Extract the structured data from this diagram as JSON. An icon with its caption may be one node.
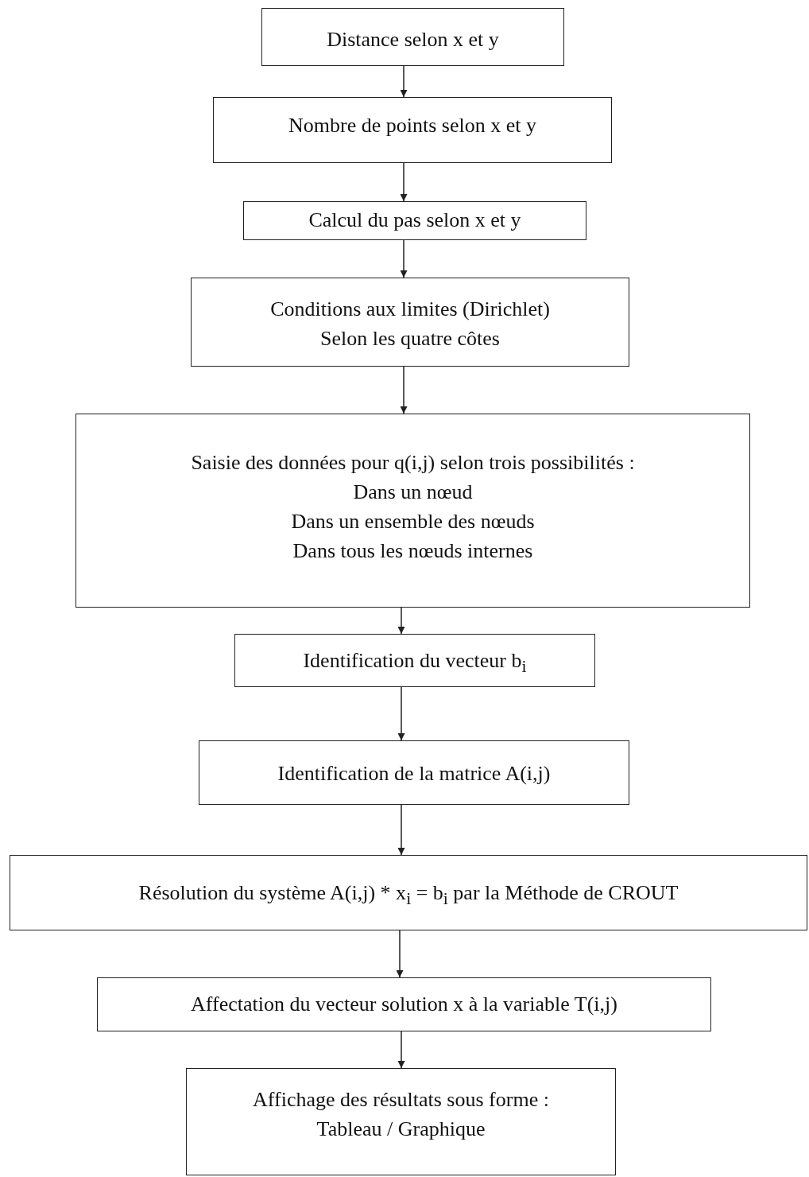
{
  "diagram": {
    "nodes": [
      {
        "text": [
          "Distance selon x et y"
        ]
      },
      {
        "text": [
          "Nombre de points selon x et y"
        ]
      },
      {
        "text": [
          "Calcul du pas selon x et y"
        ]
      },
      {
        "text": [
          "Conditions aux limites (Dirichlet)",
          "Selon les quatre côtes"
        ]
      },
      {
        "text": [
          "Saisie des données pour q(i,j) selon trois possibilités :",
          "Dans un nœud",
          "Dans un ensemble des nœuds",
          "Dans tous les nœuds internes"
        ]
      },
      {
        "text": [
          "Identification du vecteur b$_{i}$"
        ]
      },
      {
        "text": [
          "Identification de la matrice A(i,j)"
        ]
      },
      {
        "text": [
          "Résolution du système A(i,j) * x$_{i}$ = b$_{i}$  par la Méthode de CROUT"
        ]
      },
      {
        "text": [
          "Affectation du vecteur solution x à la variable T(i,j)"
        ]
      },
      {
        "text": [
          "Affichage des résultats sous forme :",
          "Tableau / Graphique"
        ]
      }
    ],
    "edges": [
      {
        "from": 0,
        "to": 1,
        "arrow": "to"
      },
      {
        "from": 1,
        "to": 2,
        "arrow": "to"
      },
      {
        "from": 2,
        "to": 3,
        "arrow": "to"
      },
      {
        "from": 3,
        "to": 4,
        "arrow": "to"
      },
      {
        "from": 4,
        "to": 5,
        "arrow": "to"
      },
      {
        "from": 5,
        "to": 6,
        "arrow": "to"
      },
      {
        "from": 6,
        "to": 7,
        "arrow": "to"
      },
      {
        "from": 7,
        "to": 8,
        "arrow": "to"
      },
      {
        "from": 8,
        "to": 9,
        "arrow": "to"
      }
    ]
  }
}
